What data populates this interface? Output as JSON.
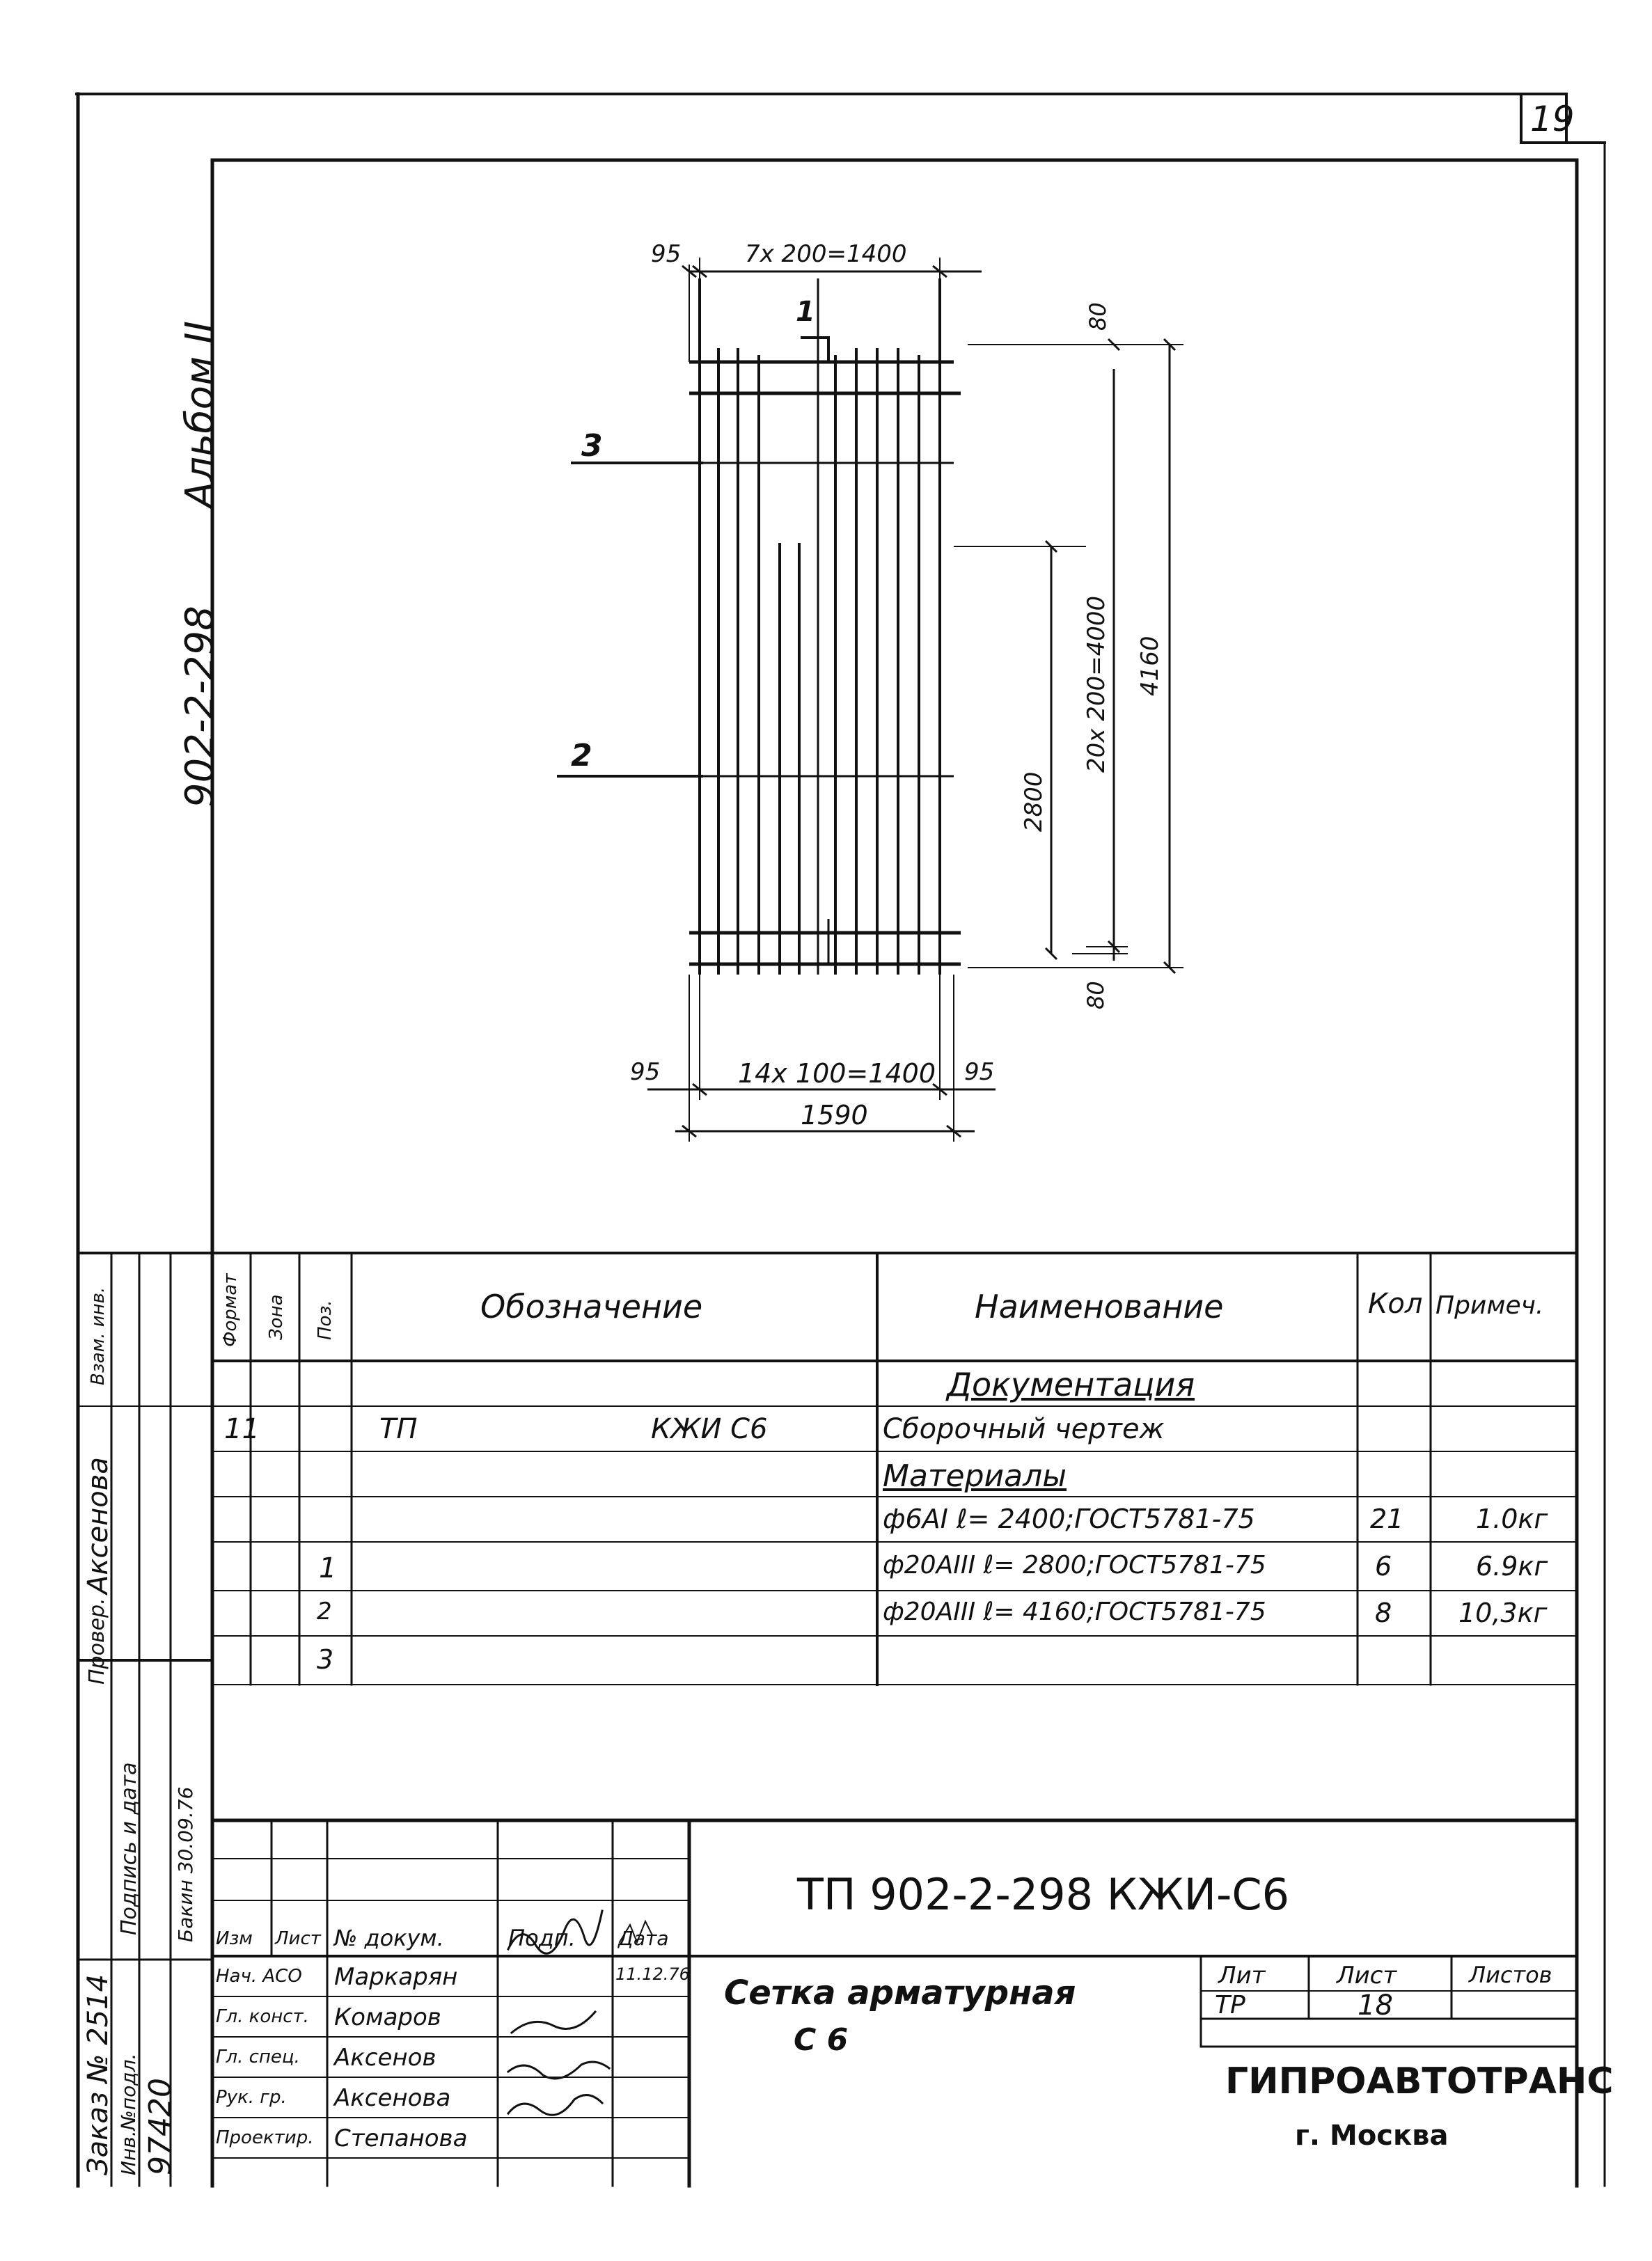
{
  "sheet_number": "19",
  "album": {
    "code": "902-2-298",
    "label": "Альбом II"
  },
  "drawing": {
    "dims": {
      "top_spacing": "7x 200=1400",
      "top_edge": "95",
      "bottom_spacing": "14x 100=1400",
      "bottom_left_edge": "95",
      "bottom_right_edge": "95",
      "overall_width": "1590",
      "top_end": "80",
      "bottom_end": "80",
      "vertical_spacing": "20x 200=4000",
      "overall_height": "4160",
      "bar2_length": "2800"
    },
    "position_labels": [
      "1",
      "2",
      "3"
    ]
  },
  "spec_table": {
    "headers": {
      "format": "Формат",
      "zone": "Зона",
      "pos": "Поз.",
      "designation": "Обозначение",
      "name": "Наименование",
      "qty": "Кол",
      "note": "Примеч."
    },
    "rows": [
      {
        "format": "",
        "pos": "",
        "designation_left": "",
        "designation_right": "",
        "name": "Документация",
        "qty": "",
        "note": ""
      },
      {
        "format": "11",
        "pos": "",
        "designation_left": "ТП",
        "designation_right": "КЖИ С6",
        "name": "Сборочный чертеж",
        "qty": "",
        "note": ""
      },
      {
        "format": "",
        "pos": "",
        "designation_left": "",
        "designation_right": "",
        "name": "Материалы",
        "qty": "",
        "note": ""
      },
      {
        "format": "",
        "pos": "1",
        "designation_left": "",
        "designation_right": "",
        "name": "ф6АI   ℓ= 2400;ГОСТ5781-75",
        "qty": "21",
        "note": "1.0кг"
      },
      {
        "format": "",
        "pos": "2",
        "designation_left": "",
        "designation_right": "",
        "name": "ф20АIII   ℓ= 2800;ГОСТ5781-75",
        "qty": "6",
        "note": "6.9кг"
      },
      {
        "format": "",
        "pos": "3",
        "designation_left": "",
        "designation_right": "",
        "name": "ф20АIII   ℓ= 4160;ГОСТ5781-75",
        "qty": "8",
        "note": "10,3кг"
      }
    ]
  },
  "side_stamp": {
    "inv_signature_label": "Инв.№подл.",
    "signature_date_label": "Подпись и дата",
    "inv_replace_label": "Взам. инв.",
    "checked_label": "Провер.",
    "checked_name": "Аксенова",
    "order_label": "Заказ № 2514",
    "inv_number": "97420",
    "sig_date_value": "Бакин 30.09.76"
  },
  "title_block": {
    "doc_code": "ТП 902-2-298   КЖИ-С6",
    "headers": [
      "Изм",
      "Лист",
      "№ докум.",
      "Подп.",
      "Дата"
    ],
    "staff": [
      {
        "role": "Нач. АСО",
        "name": "Маркарян"
      },
      {
        "role": "Гл. конст.",
        "name": "Комаров"
      },
      {
        "role": "Гл. спец.",
        "name": "Аксенов"
      },
      {
        "role": "Рук. гр.",
        "name": "Аксенова"
      },
      {
        "role": "Проектир.",
        "name": "Степанова"
      }
    ],
    "date_value": "11.12.76",
    "title_line1": "Сетка арматурная",
    "title_line2": "С 6",
    "lit_label": "Лит",
    "sheet_label": "Лист",
    "sheets_label": "Листов",
    "lit_value": "ТР",
    "sheet_value": "18",
    "org": "ГИПРОАВТОТРАНС",
    "city": "г. Москва"
  }
}
